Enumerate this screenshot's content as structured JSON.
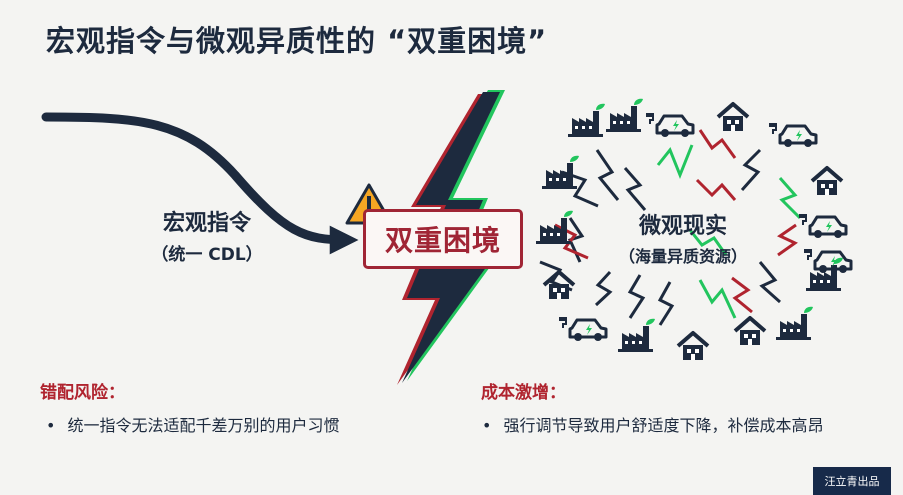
{
  "title": "宏观指令与微观异质性的 “双重困境”",
  "macro": {
    "label": "宏观指令",
    "sub": "（统一 CDL）"
  },
  "dilemma": {
    "label": "双重困境"
  },
  "micro": {
    "label": "微观现实",
    "sub": "（海量异质资源）"
  },
  "left_section": {
    "heading": "错配风险：",
    "bullet": "统一指令无法适配千差万别的用户习惯"
  },
  "right_section": {
    "heading": "成本激增：",
    "bullet": "强行调节导致用户舒适度下降，补偿成本高昂"
  },
  "badge": "汪立青出品",
  "colors": {
    "navy": "#1d2a3e",
    "red": "#b0242f",
    "green": "#22c55e",
    "warning": "#f5a623",
    "background": "#f4f4f2"
  },
  "icons": {
    "warning": "warning-triangle-icon",
    "factory": "factory-icon",
    "house": "house-icon",
    "ev": "electric-car-icon"
  }
}
